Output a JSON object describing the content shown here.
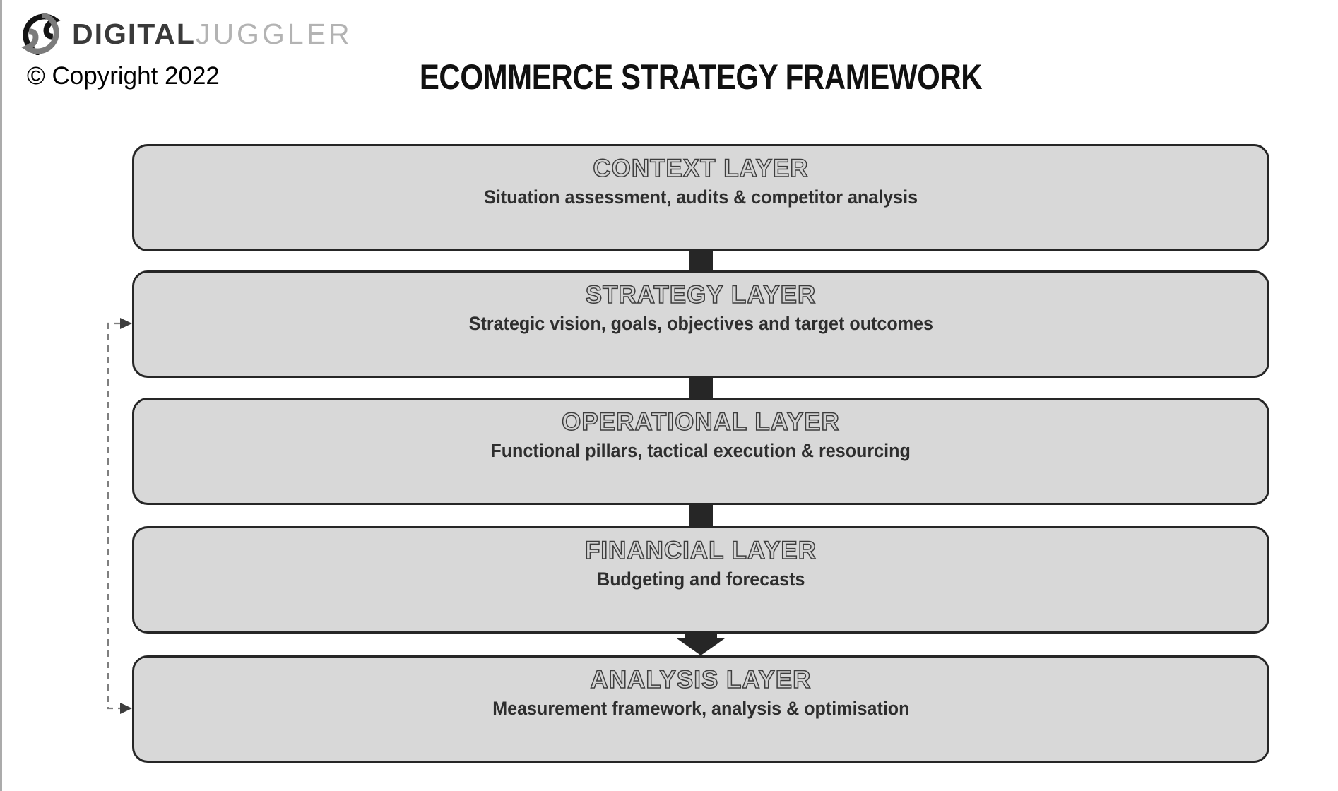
{
  "page": {
    "copyright": "© Copyright 2022",
    "title": "ECOMMERCE STRATEGY FRAMEWORK"
  },
  "logo": {
    "word_bold": "DIGITAL",
    "word_light": "JUGGLER",
    "mark": "interlocking-s-mark"
  },
  "colors": {
    "box_fill": "#d8d8d8",
    "box_border": "#262626",
    "connector_black": "#262626",
    "heading_outline": "#3d3d3d",
    "subtitle_text": "#2e2e2e",
    "dashed_line": "#7f7f7f",
    "wordmark_bold": "#3a3a3a",
    "wordmark_light": "#b3b3b3",
    "page_background": "#ffffff"
  },
  "diagram": {
    "layers": [
      {
        "title": "CONTEXT LAYER",
        "subtitle": "Situation assessment, audits & competitor analysis"
      },
      {
        "title": "STRATEGY LAYER",
        "subtitle": "Strategic vision, goals, objectives and target outcomes"
      },
      {
        "title": "OPERATIONAL LAYER",
        "subtitle": "Functional pillars, tactical execution & resourcing"
      },
      {
        "title": "FINANCIAL LAYER",
        "subtitle": "Budgeting and forecasts"
      },
      {
        "title": "ANALYSIS LAYER",
        "subtitle": "Measurement framework, analysis & optimisation"
      }
    ],
    "connectors": [
      "block",
      "block",
      "block",
      "arrow-down"
    ],
    "feedback_loop": {
      "style": "dashed",
      "connects": [
        "STRATEGY LAYER",
        "ANALYSIS LAYER"
      ]
    }
  }
}
